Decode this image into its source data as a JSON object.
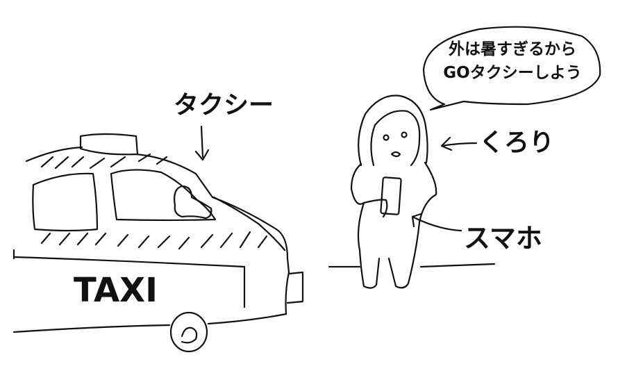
{
  "labels": {
    "taxi_callout": "タクシー",
    "taxi_sign": "TAXI",
    "person_callout": "くろり",
    "phone_callout": "スマホ"
  },
  "speech": {
    "line1": "外は暑すぎるから",
    "line2": "GOタクシーしよう"
  },
  "colors": {
    "ink": "#111111",
    "paper": "#ffffff"
  }
}
